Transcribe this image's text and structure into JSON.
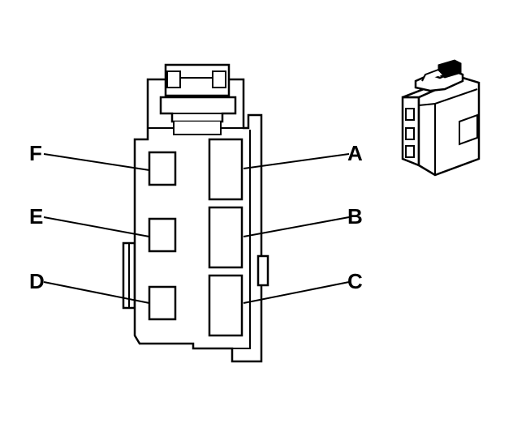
{
  "terminals": {
    "a": "A",
    "b": "B",
    "c": "C",
    "d": "D",
    "e": "E",
    "f": "F"
  },
  "colors": {
    "line": "#000000",
    "background": "#ffffff"
  }
}
